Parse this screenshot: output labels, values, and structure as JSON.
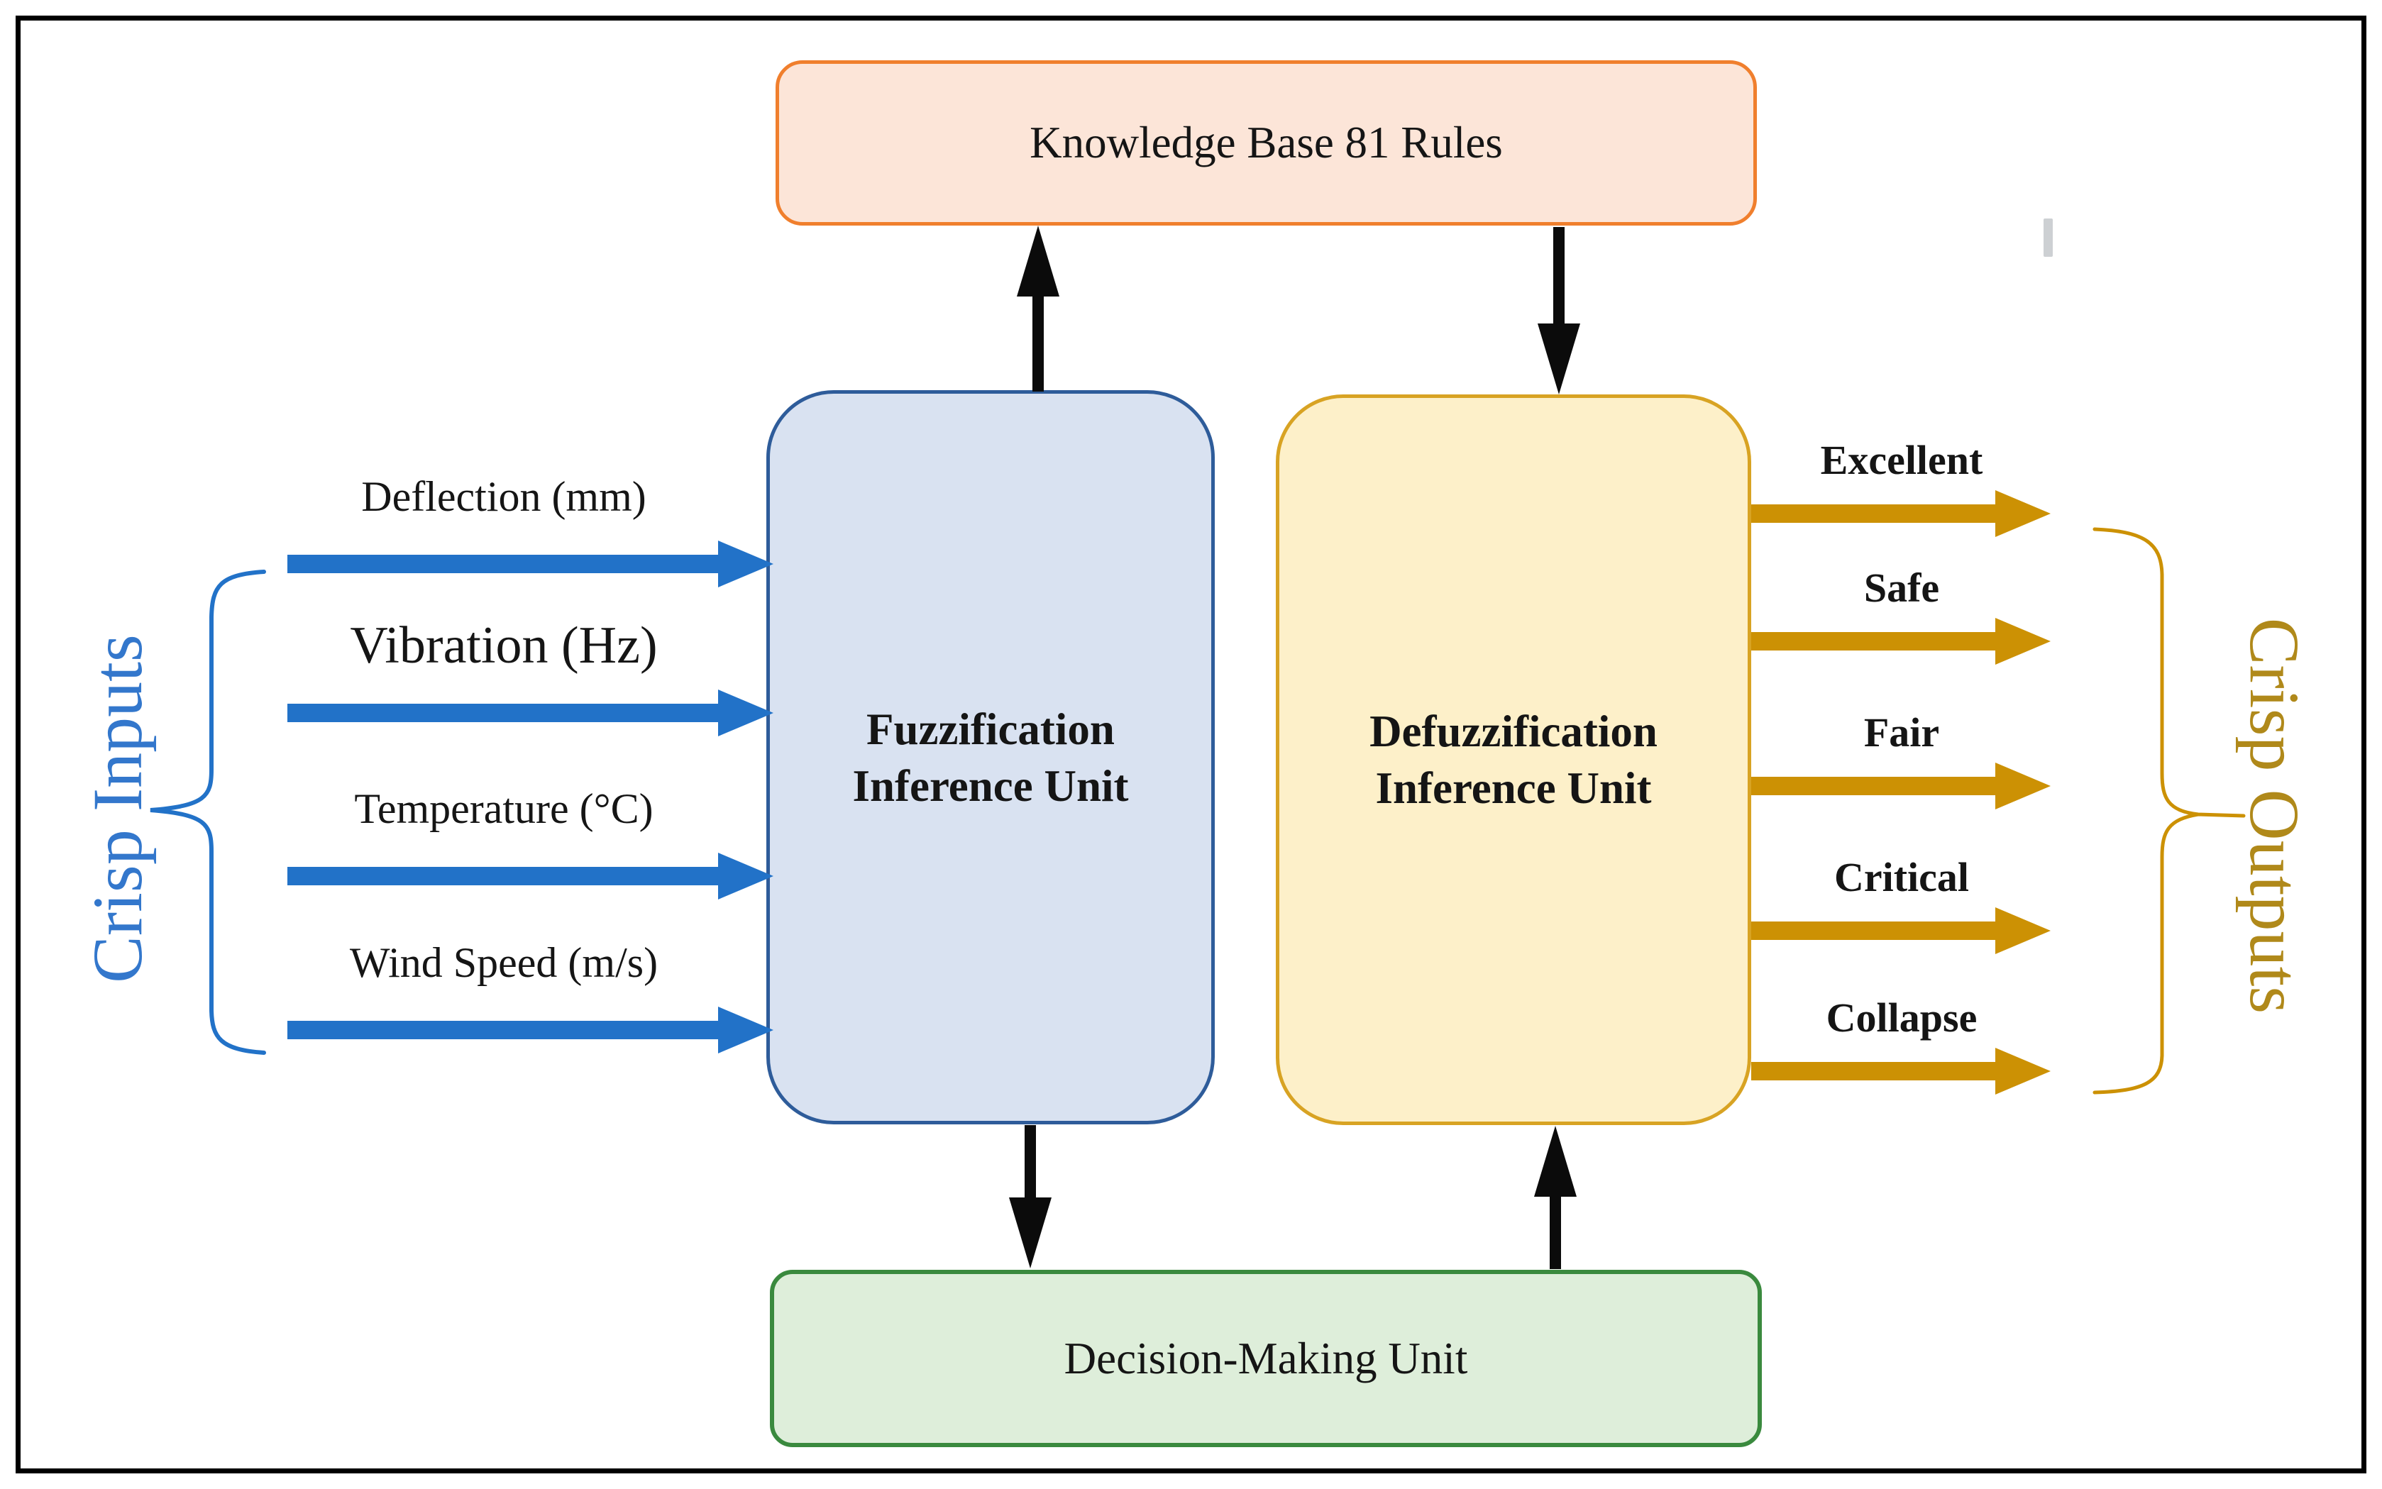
{
  "figure": {
    "background": "#ffffff",
    "frame_color": "#000000"
  },
  "boxes": {
    "knowledge_base": {
      "label": "Knowledge Base 81 Rules",
      "fill": "#fce5d8",
      "border": "#f07f2d"
    },
    "fuzzification": {
      "line1": "Fuzzification",
      "line2": "Inference Unit",
      "fill": "#d9e2f1",
      "border": "#2e5c9a"
    },
    "defuzzification": {
      "line1": "Defuzzification",
      "line2": "Inference Unit",
      "fill": "#fdf0c9",
      "border": "#d8a323"
    },
    "decision_making": {
      "label": "Decision-Making Unit",
      "fill": "#deeeda",
      "border": "#3a8a3e"
    }
  },
  "inputs": {
    "group_label": "Crisp Inputs",
    "arrow_color": "#2272c8",
    "label_color": "#3377cc",
    "items": [
      {
        "label": "Deflection (mm)"
      },
      {
        "label": "Vibration (Hz)"
      },
      {
        "label": "Temperature (°C)"
      },
      {
        "label": "Wind Speed (m/s)"
      }
    ]
  },
  "outputs": {
    "group_label": "Crisp Outputs",
    "arrow_color": "#cc9104",
    "label_color": "#b0891a",
    "items": [
      {
        "label": "Excellent"
      },
      {
        "label": "Safe"
      },
      {
        "label": "Fair"
      },
      {
        "label": "Critical"
      },
      {
        "label": "Collapse"
      }
    ]
  }
}
